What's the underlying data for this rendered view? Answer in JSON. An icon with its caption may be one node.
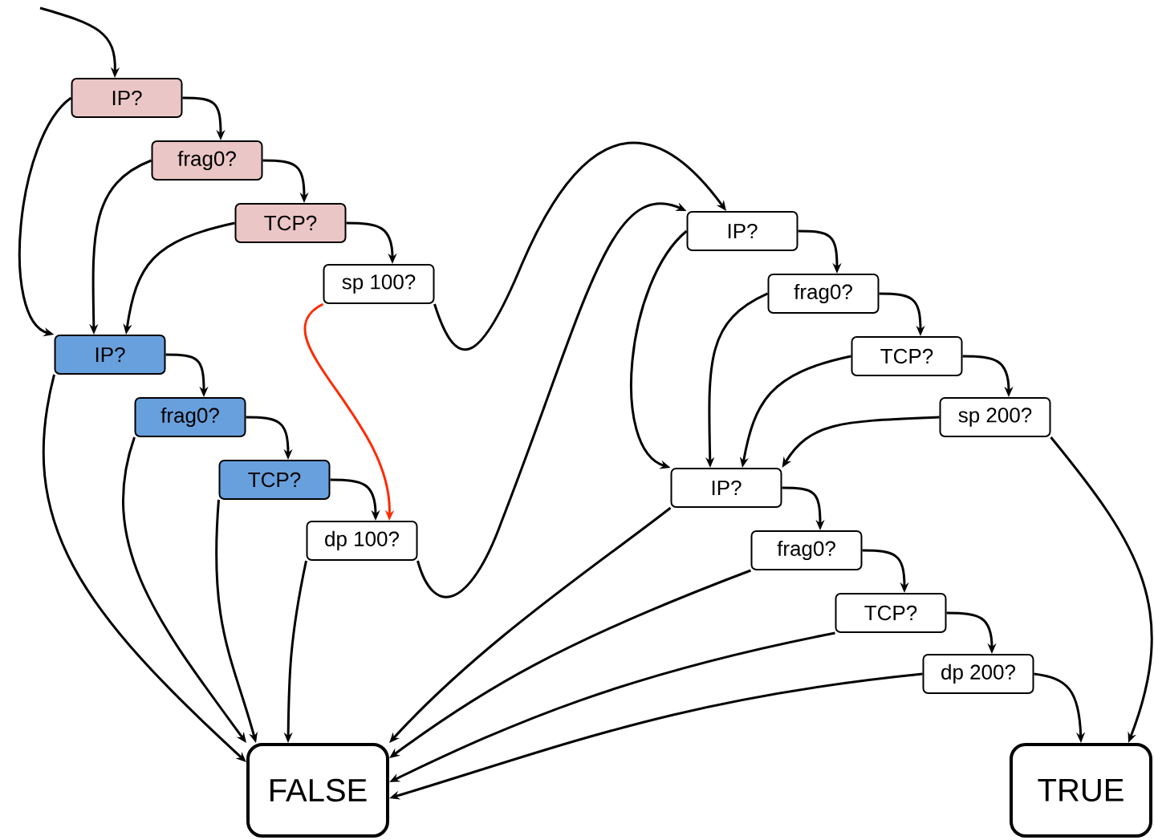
{
  "diagram": {
    "nodes": [
      {
        "text": [
          "IP?"
        ]
      },
      {
        "text": [
          "frag0?"
        ]
      },
      {
        "text": [
          "TCP?"
        ]
      },
      {
        "text": [
          "sp 100?"
        ]
      },
      {
        "text": [
          "IP?"
        ]
      },
      {
        "text": [
          "frag0?"
        ]
      },
      {
        "text": [
          "TCP?"
        ]
      },
      {
        "text": [
          "dp 100?"
        ]
      },
      {
        "text": [
          "IP?"
        ]
      },
      {
        "text": [
          "frag0?"
        ]
      },
      {
        "text": [
          "TCP?"
        ]
      },
      {
        "text": [
          "sp 200?"
        ]
      },
      {
        "text": [
          "IP?"
        ]
      },
      {
        "text": [
          "frag0?"
        ]
      },
      {
        "text": [
          "TCP?"
        ]
      },
      {
        "text": [
          "dp 200?"
        ]
      },
      {
        "text": [
          "FALSE"
        ]
      },
      {
        "text": [
          "TRUE"
        ]
      }
    ],
    "edges": [
      {
        "from": null,
        "to": 0,
        "arrow": "to"
      },
      {
        "from": 0,
        "to": 1,
        "arrow": "to"
      },
      {
        "from": 1,
        "to": 2,
        "arrow": "to"
      },
      {
        "from": 2,
        "to": 3,
        "arrow": "to"
      },
      {
        "from": 0,
        "to": 4,
        "arrow": "to"
      },
      {
        "from": 1,
        "to": 4,
        "arrow": "to"
      },
      {
        "from": 2,
        "to": 4,
        "arrow": "to"
      },
      {
        "from": 3,
        "to": 7,
        "arrow": "to",
        "color": "#ff2a00"
      },
      {
        "from": 3,
        "to": 8,
        "arrow": "to"
      },
      {
        "from": 4,
        "to": 5,
        "arrow": "to"
      },
      {
        "from": 5,
        "to": 6,
        "arrow": "to"
      },
      {
        "from": 6,
        "to": 7,
        "arrow": "to"
      },
      {
        "from": 4,
        "to": 16,
        "arrow": "to"
      },
      {
        "from": 5,
        "to": 16,
        "arrow": "to"
      },
      {
        "from": 6,
        "to": 16,
        "arrow": "to"
      },
      {
        "from": 7,
        "to": 16,
        "arrow": "to"
      },
      {
        "from": 7,
        "to": 8,
        "arrow": "to"
      },
      {
        "from": 8,
        "to": 9,
        "arrow": "to"
      },
      {
        "from": 9,
        "to": 10,
        "arrow": "to"
      },
      {
        "from": 10,
        "to": 11,
        "arrow": "to"
      },
      {
        "from": 8,
        "to": 12,
        "arrow": "to"
      },
      {
        "from": 9,
        "to": 12,
        "arrow": "to"
      },
      {
        "from": 10,
        "to": 12,
        "arrow": "to"
      },
      {
        "from": 11,
        "to": 12,
        "arrow": "to"
      },
      {
        "from": 11,
        "to": 17,
        "arrow": "to"
      },
      {
        "from": 12,
        "to": 13,
        "arrow": "to"
      },
      {
        "from": 13,
        "to": 14,
        "arrow": "to"
      },
      {
        "from": 14,
        "to": 15,
        "arrow": "to"
      },
      {
        "from": 15,
        "to": 17,
        "arrow": "to"
      },
      {
        "from": 12,
        "to": 16,
        "arrow": "to"
      },
      {
        "from": 13,
        "to": 16,
        "arrow": "to"
      },
      {
        "from": 14,
        "to": 16,
        "arrow": "to"
      },
      {
        "from": 15,
        "to": 16,
        "arrow": "to"
      }
    ]
  }
}
